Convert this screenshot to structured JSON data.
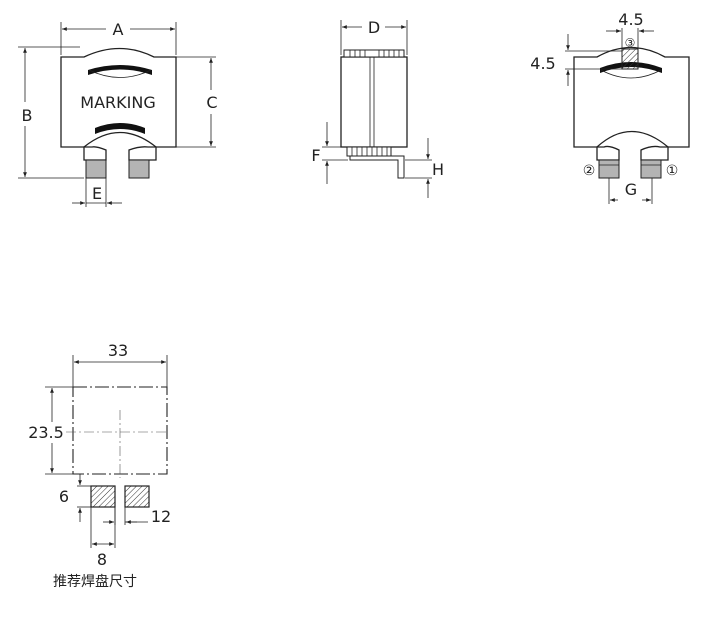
{
  "front_view": {
    "dim_a": "A",
    "dim_b": "B",
    "dim_c": "C",
    "dim_e": "E",
    "marking": "MARKING"
  },
  "side_view": {
    "dim_d": "D",
    "dim_f": "F",
    "dim_h": "H"
  },
  "back_view": {
    "dim_top_width": "4.5",
    "dim_top_height": "4.5",
    "dim_g": "G",
    "pin_1": "①",
    "pin_2": "②",
    "pin_3": "③"
  },
  "pad_layout": {
    "dim_width": "33",
    "dim_height": "23.5",
    "dim_pad_height": "6",
    "dim_pad_gap": "12",
    "dim_pad_width": "8",
    "caption": "推荐焊盘尺寸"
  },
  "colors": {
    "line": "#222222",
    "terminal": "#b4b4b4",
    "clip": "#111111"
  }
}
